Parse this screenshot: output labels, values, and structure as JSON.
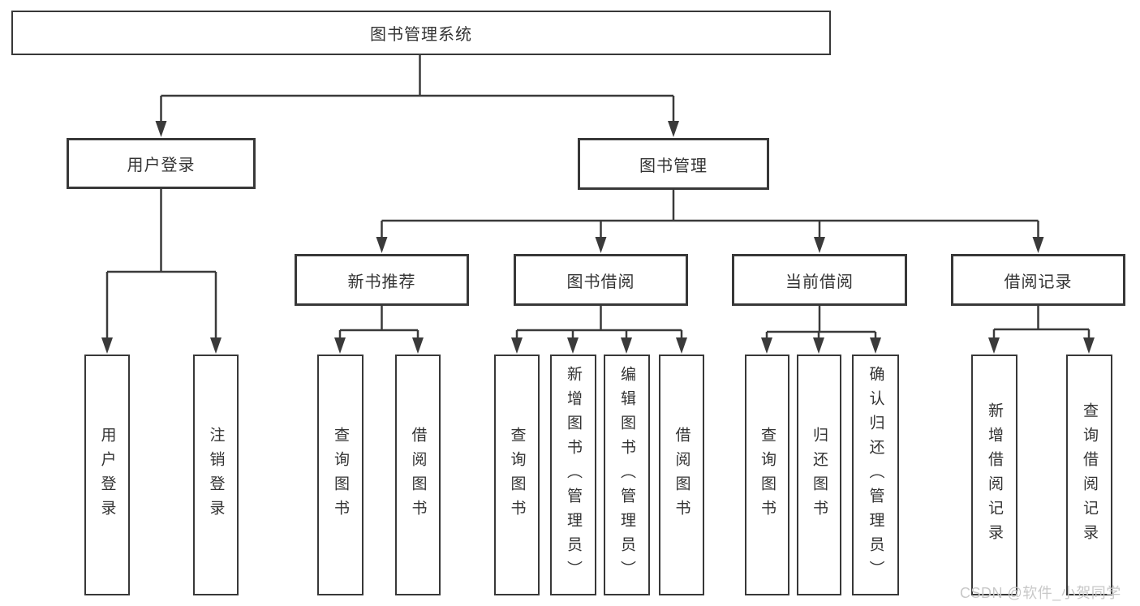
{
  "tree": {
    "root": {
      "label": "图书管理系统",
      "children": [
        {
          "label": "用户登录",
          "children": [
            {
              "label": "用户登录"
            },
            {
              "label": "注销登录"
            }
          ]
        },
        {
          "label": "图书管理",
          "children": [
            {
              "label": "新书推荐",
              "children": [
                {
                  "label": "查询图书"
                },
                {
                  "label": "借阅图书"
                }
              ]
            },
            {
              "label": "图书借阅",
              "children": [
                {
                  "label": "查询图书"
                },
                {
                  "label": "新增图书（管理员）"
                },
                {
                  "label": "编辑图书（管理员）"
                },
                {
                  "label": "借阅图书"
                }
              ]
            },
            {
              "label": "当前借阅",
              "children": [
                {
                  "label": "查询图书"
                },
                {
                  "label": "归还图书"
                },
                {
                  "label": "确认归还（管理员）"
                }
              ]
            },
            {
              "label": "借阅记录",
              "children": [
                {
                  "label": "新增借阅记录"
                },
                {
                  "label": "查询借阅记录"
                }
              ]
            }
          ]
        }
      ]
    }
  },
  "watermark": {
    "text": "CSDN @软件_小贺同学",
    "color": "#c8c8c8"
  },
  "colors": {
    "background": "#ffffff",
    "line": "#3a3a3a",
    "box_border": "#383838",
    "text": "#333333"
  }
}
